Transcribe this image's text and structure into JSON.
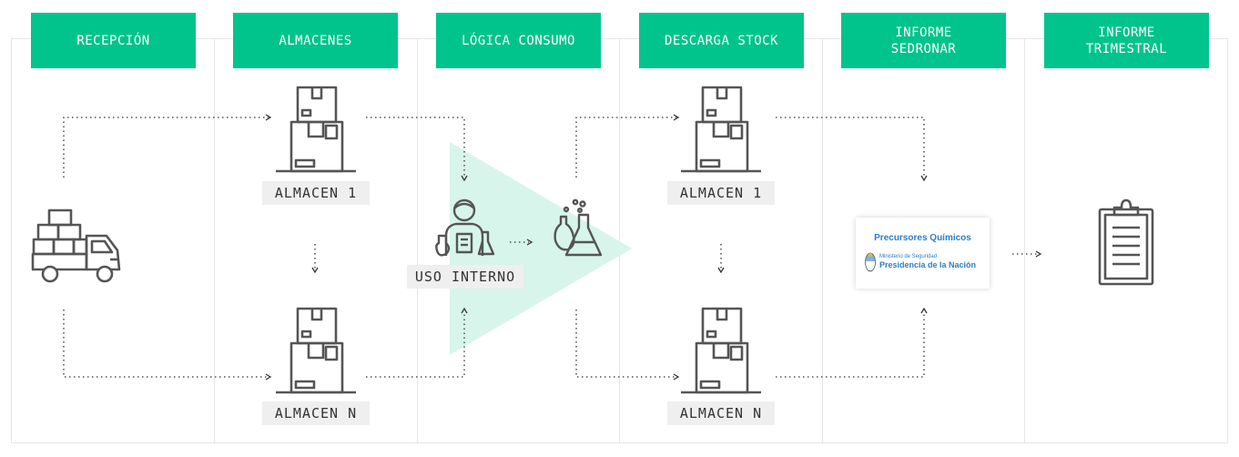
{
  "colors": {
    "accent": "#00c48c",
    "triangle": "#d7f5ea",
    "label_bg": "#efefef",
    "icon": "#555555"
  },
  "columns": [
    {
      "header": "RECEPCIÓN"
    },
    {
      "header": "ALMACENES"
    },
    {
      "header": "LÓGICA CONSUMO"
    },
    {
      "header": "DESCARGA STOCK"
    },
    {
      "header": "INFORME\nSEDRONAR"
    },
    {
      "header": "INFORME\nTRIMESTRAL"
    }
  ],
  "labels": {
    "almacen_1": "ALMACEN 1",
    "almacen_n": "ALMACEN N",
    "uso_interno": "USO INTERNO"
  },
  "logo": {
    "title": "Precursores Químicos",
    "ministry": "Ministerio de Seguridad",
    "presidency": "Presidencia de la Nación"
  },
  "icons": [
    "delivery-truck-icon",
    "warehouse-boxes-icon",
    "chemist-icon",
    "flask-icon",
    "argentina-shield-icon",
    "clipboard-report-icon"
  ]
}
